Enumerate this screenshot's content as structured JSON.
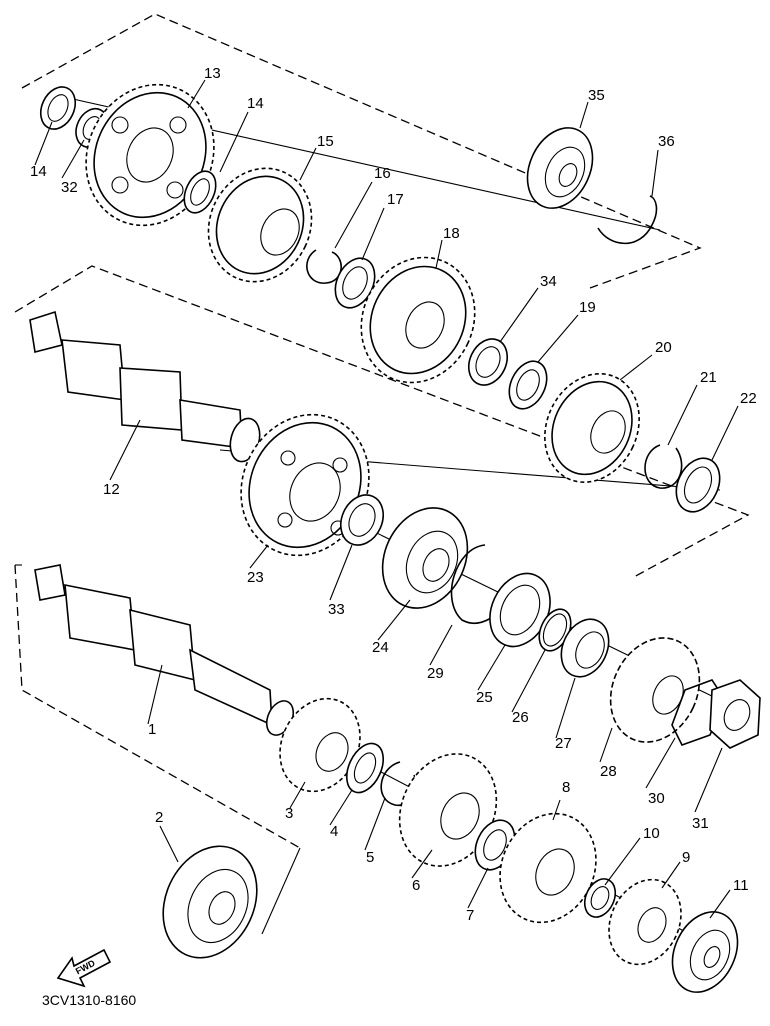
{
  "diagram": {
    "part_labels": [
      "1",
      "2",
      "3",
      "4",
      "5",
      "6",
      "7",
      "8",
      "9",
      "10",
      "11",
      "12",
      "13",
      "14",
      "14",
      "15",
      "16",
      "17",
      "18",
      "19",
      "20",
      "21",
      "22",
      "23",
      "24",
      "25",
      "26",
      "27",
      "28",
      "29",
      "30",
      "31",
      "32",
      "33",
      "34",
      "35",
      "36"
    ],
    "direction_arrow_text": "FWD",
    "drawing_code": "3CV1310-8160"
  }
}
